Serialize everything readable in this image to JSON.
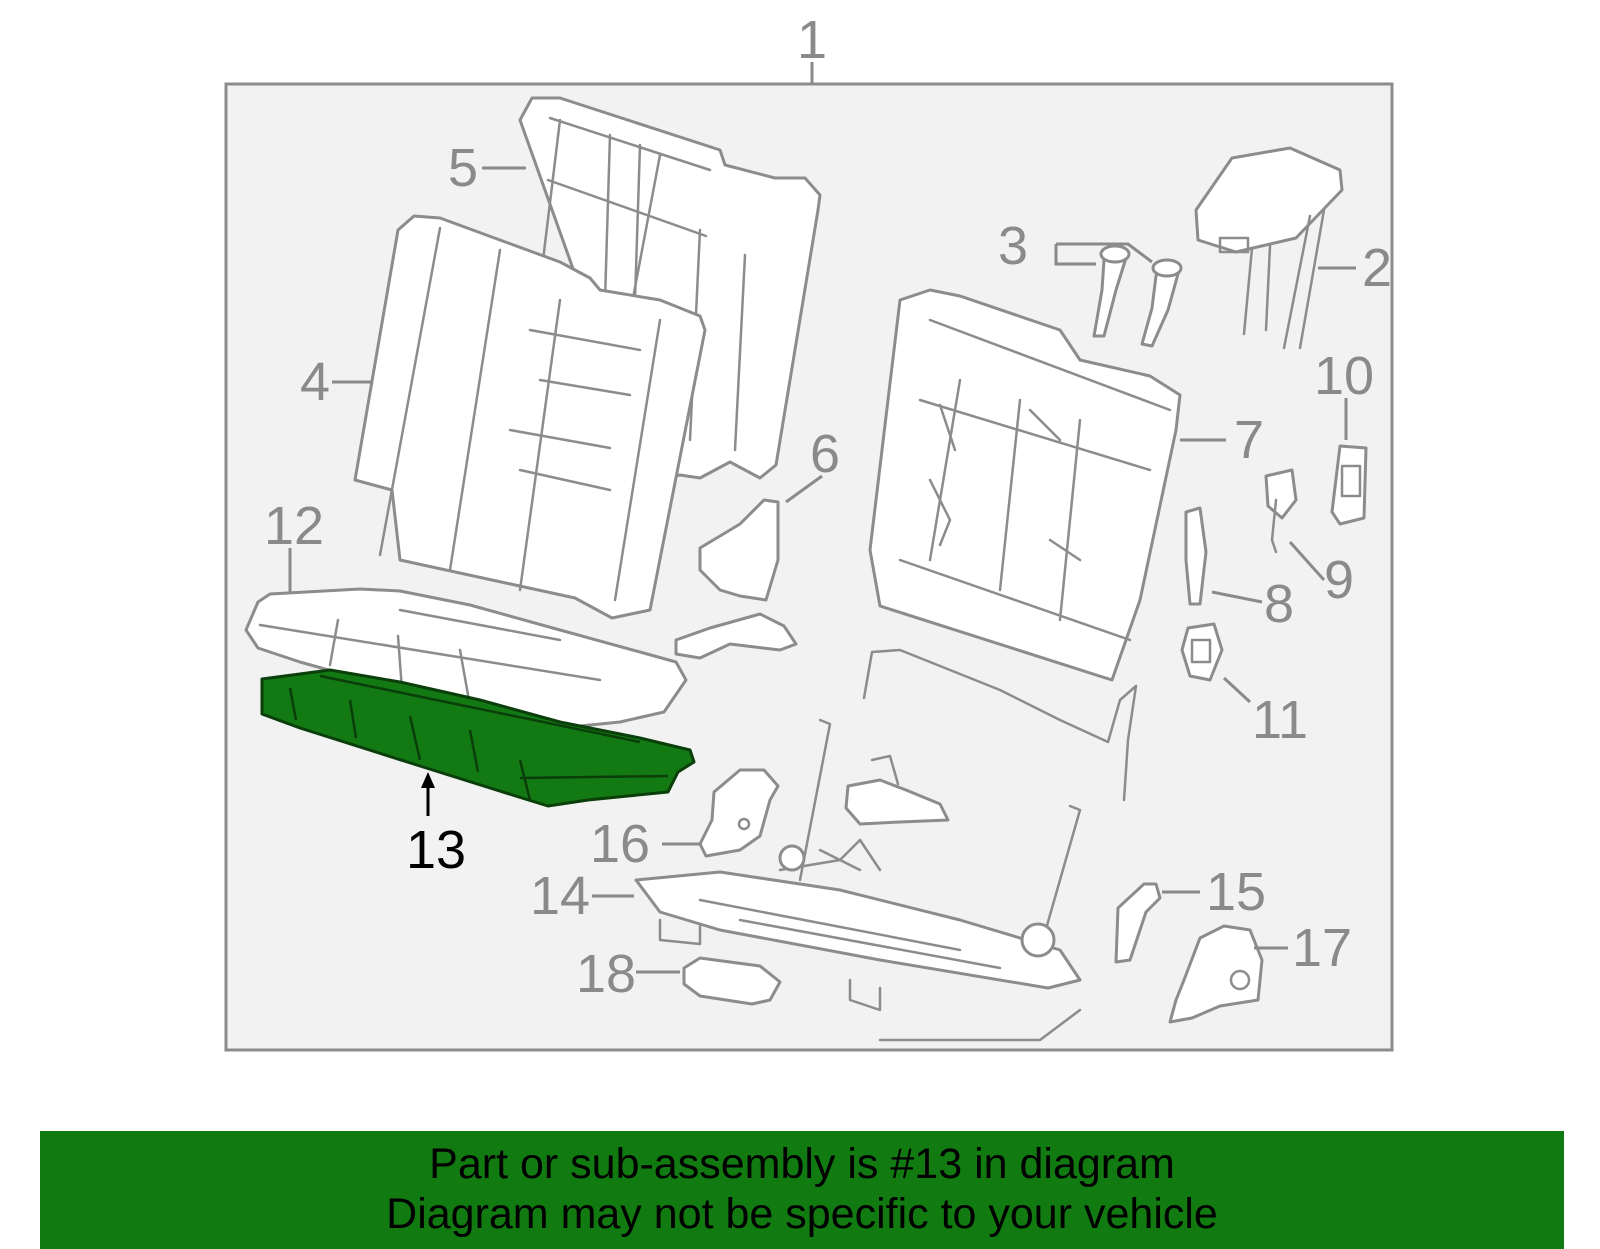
{
  "diagram": {
    "callouts": [
      {
        "id": "1",
        "label": "1"
      },
      {
        "id": "2",
        "label": "2"
      },
      {
        "id": "3",
        "label": "3"
      },
      {
        "id": "4",
        "label": "4"
      },
      {
        "id": "5",
        "label": "5"
      },
      {
        "id": "6",
        "label": "6"
      },
      {
        "id": "7",
        "label": "7"
      },
      {
        "id": "8",
        "label": "8"
      },
      {
        "id": "9",
        "label": "9"
      },
      {
        "id": "10",
        "label": "10"
      },
      {
        "id": "11",
        "label": "11"
      },
      {
        "id": "12",
        "label": "12"
      },
      {
        "id": "13",
        "label": "13"
      },
      {
        "id": "14",
        "label": "14"
      },
      {
        "id": "15",
        "label": "15"
      },
      {
        "id": "16",
        "label": "16"
      },
      {
        "id": "17",
        "label": "17"
      },
      {
        "id": "18",
        "label": "18"
      }
    ],
    "highlighted_part": "13",
    "colors": {
      "highlight": "#137a13",
      "outline": "#8c8c8c",
      "frame_fill": "#f2f2f2",
      "banner": "#117a11"
    }
  },
  "banner": {
    "line1": "Part or sub-assembly is #13 in diagram",
    "line2": "Diagram may not be specific to your vehicle"
  }
}
